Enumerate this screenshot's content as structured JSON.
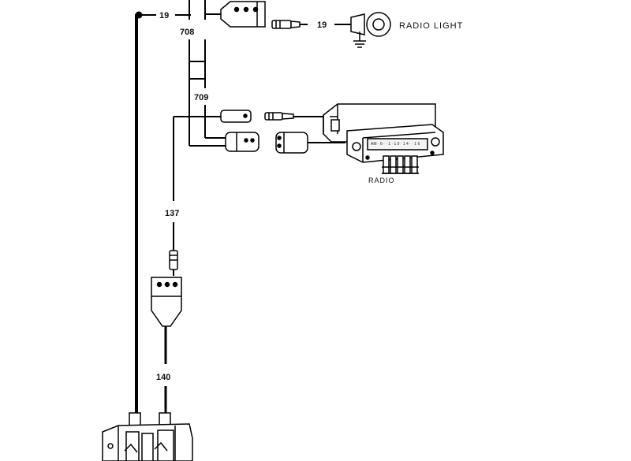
{
  "wires": {
    "w19_top": "19",
    "w708": "708",
    "w709": "709",
    "w19_light": "19",
    "w137": "137",
    "w140": "140"
  },
  "components": {
    "radio_light": "RADIO LIGHT",
    "radio": "RADIO"
  }
}
